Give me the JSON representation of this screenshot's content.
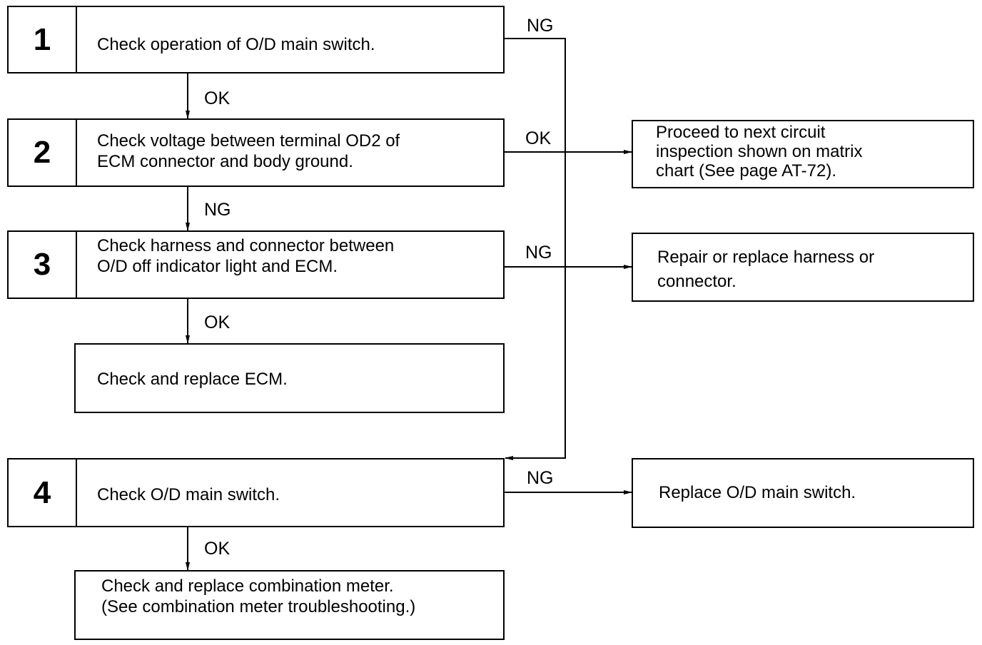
{
  "steps": [
    {
      "number": "1",
      "text": "Check operation of O/D main switch."
    },
    {
      "number": "2",
      "text": "Check voltage between terminal OD2 of\nECM connector and body ground."
    },
    {
      "number": "3",
      "text": "Check harness and connector between\nO/D off indicator light and ECM."
    },
    {
      "number": "4",
      "text": "Check O/D main switch."
    }
  ],
  "actions": {
    "replace_ecm": "Check and replace ECM.",
    "replace_meter": "Check and replace combination meter.\n(See combination meter troubleshooting.)",
    "proceed_next": "Proceed to next circuit\ninspection shown on matrix\nchart (See page AT-72).",
    "repair_harness": "Repair or replace harness or\nconnector.",
    "replace_switch": "Replace O/D main switch."
  },
  "labels": {
    "s1_ng": "NG",
    "s1_ok": "OK",
    "s2_ok": "OK",
    "s2_ng": "NG",
    "s3_ng": "NG",
    "s3_ok": "OK",
    "s4_ng": "NG",
    "s4_ok": "OK"
  }
}
